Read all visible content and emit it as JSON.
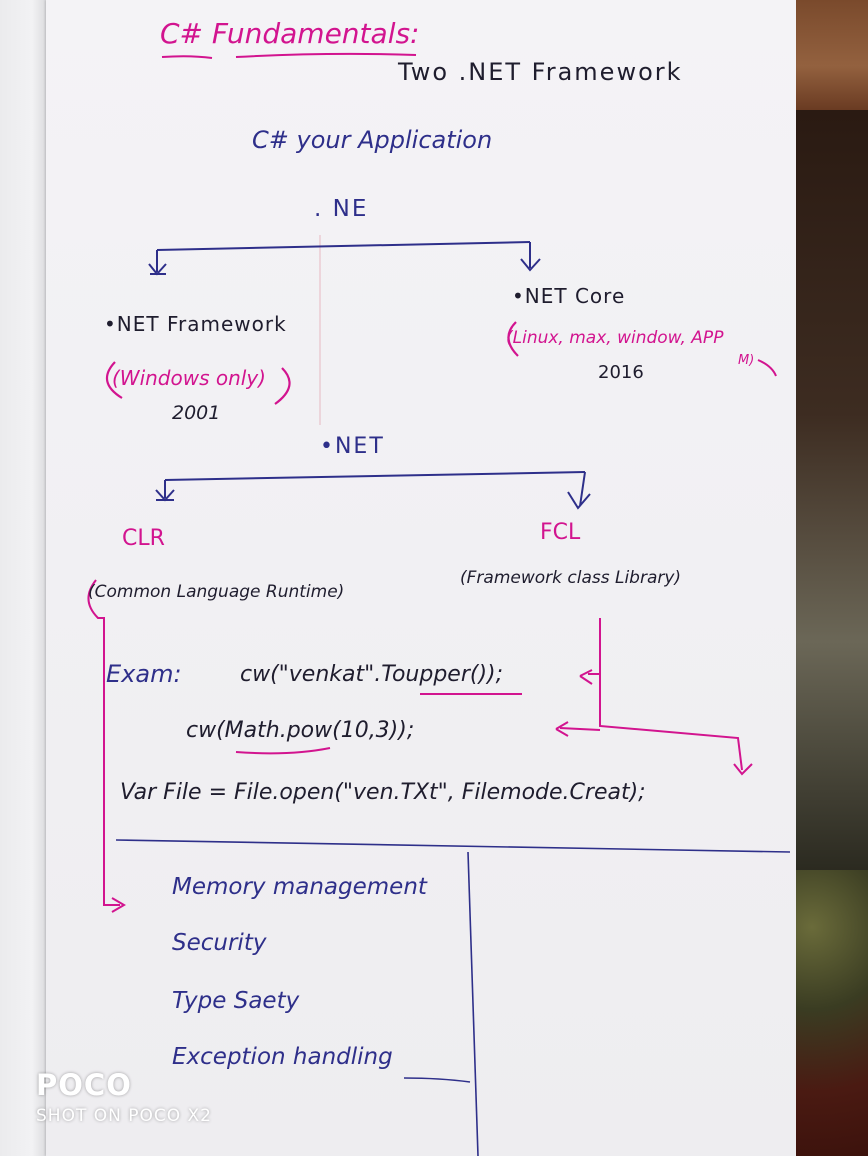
{
  "note": {
    "title": "C# Fundamentals:",
    "subtitle": "Two .NET Framework",
    "line_app": "C# your Application",
    "line_ne": ". NE",
    "left_branch": {
      "name": "•NET Framework",
      "detail": "(Windows only)",
      "year": "2001"
    },
    "right_branch": {
      "name": "•NET Core",
      "detail": "(Linux, max, window, APP",
      "detail_end": "M)",
      "year": "2016"
    },
    "line_net": "•NET",
    "clr": {
      "abbr": "CLR",
      "full": "(Common Language Runtime)"
    },
    "fcl": {
      "abbr": "FCL",
      "full": "(Framework class Library)"
    },
    "exam_label": "Exam:",
    "code_lines": [
      "cw(\"venkat\".Toupper());",
      "cw(Math.pow(10,3));",
      "Var File = File.open(\"ven.TXt\", Filemode.Creat);"
    ],
    "clr_features": [
      "Memory management",
      "Security",
      "Type Saety",
      "Exception handling"
    ]
  },
  "watermark": {
    "brand": "POCO",
    "caption": "SHOT ON POCO X2"
  },
  "colors": {
    "ink_black": "#1f1d2e",
    "ink_blue": "#2e2f8a",
    "ink_magenta": "#d2148f",
    "paper": "#f2f1f4"
  }
}
